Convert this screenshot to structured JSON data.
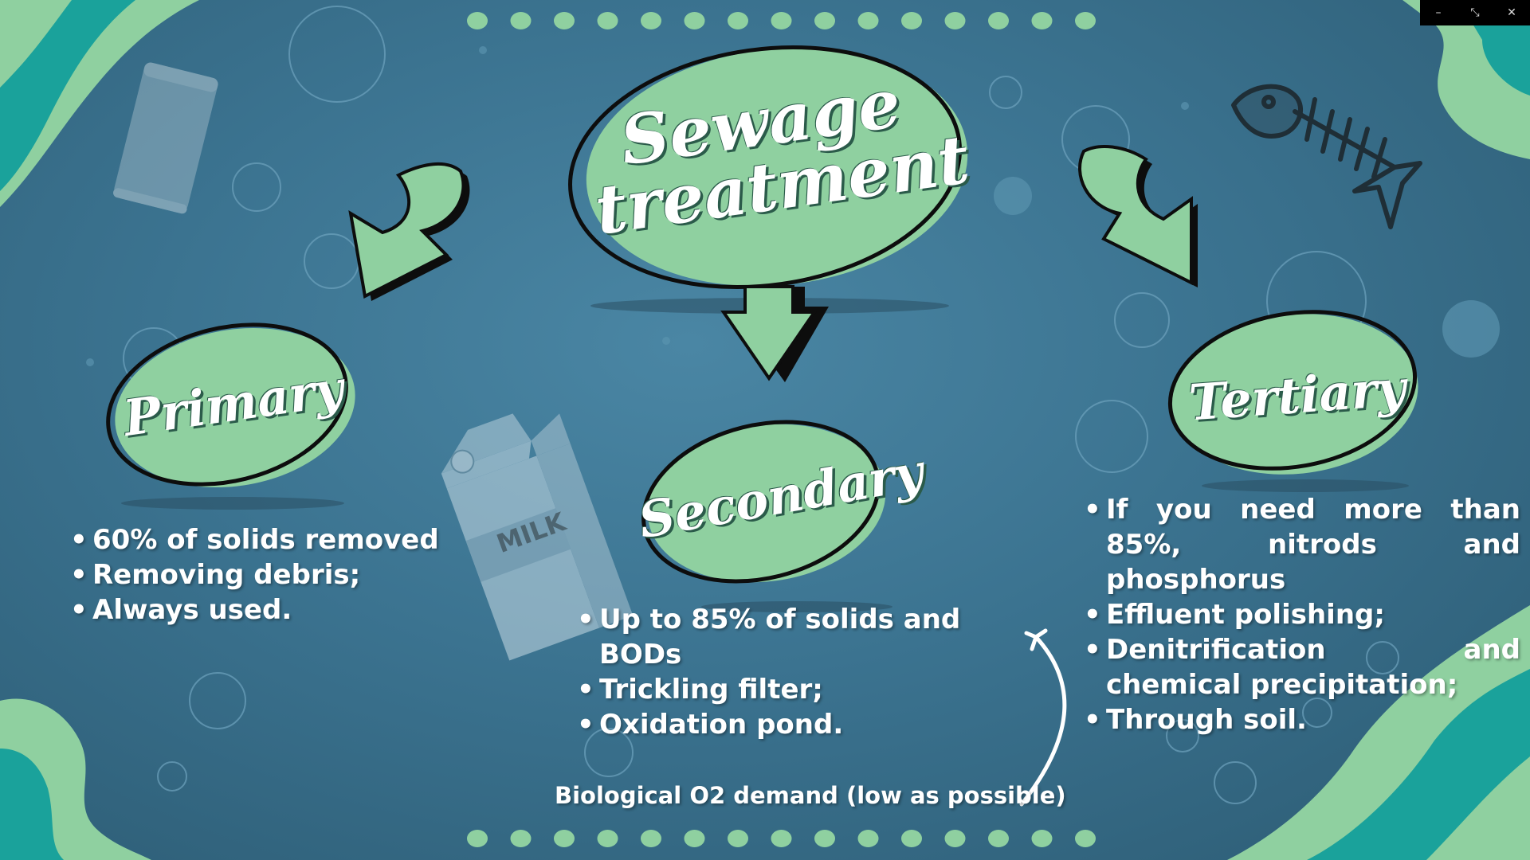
{
  "window_controls": {
    "minimize": "–",
    "restore": "⤡",
    "close": "✕"
  },
  "colors": {
    "background": "#3b7390",
    "blob": "#8fd0a0",
    "teal": "#1aa29b",
    "outline": "#0d0d0d"
  },
  "title": {
    "line1": "Sewage",
    "line2": "treatment"
  },
  "stages": {
    "primary": {
      "label": "Primary",
      "bullets": [
        "60% of solids removed",
        "Removing debris;",
        "Always used."
      ]
    },
    "secondary": {
      "label": "Secondary",
      "bullets": [
        "Up to 85% of solids and BODs",
        "Trickling filter;",
        "Oxidation pond."
      ]
    },
    "tertiary": {
      "label": "Tertiary",
      "bullets": [
        "If you need more than 85%, nitrods and phosphorus",
        "Effluent polishing;",
        "Denitrification and chemical precipitation;",
        "Through soil."
      ]
    }
  },
  "note": "Biological O2 demand (low as possible)",
  "carton_label": "MILK",
  "icons": [
    "can-icon",
    "milk-carton-icon",
    "fish-skeleton-icon",
    "arrow-icon",
    "bubble-icon"
  ]
}
